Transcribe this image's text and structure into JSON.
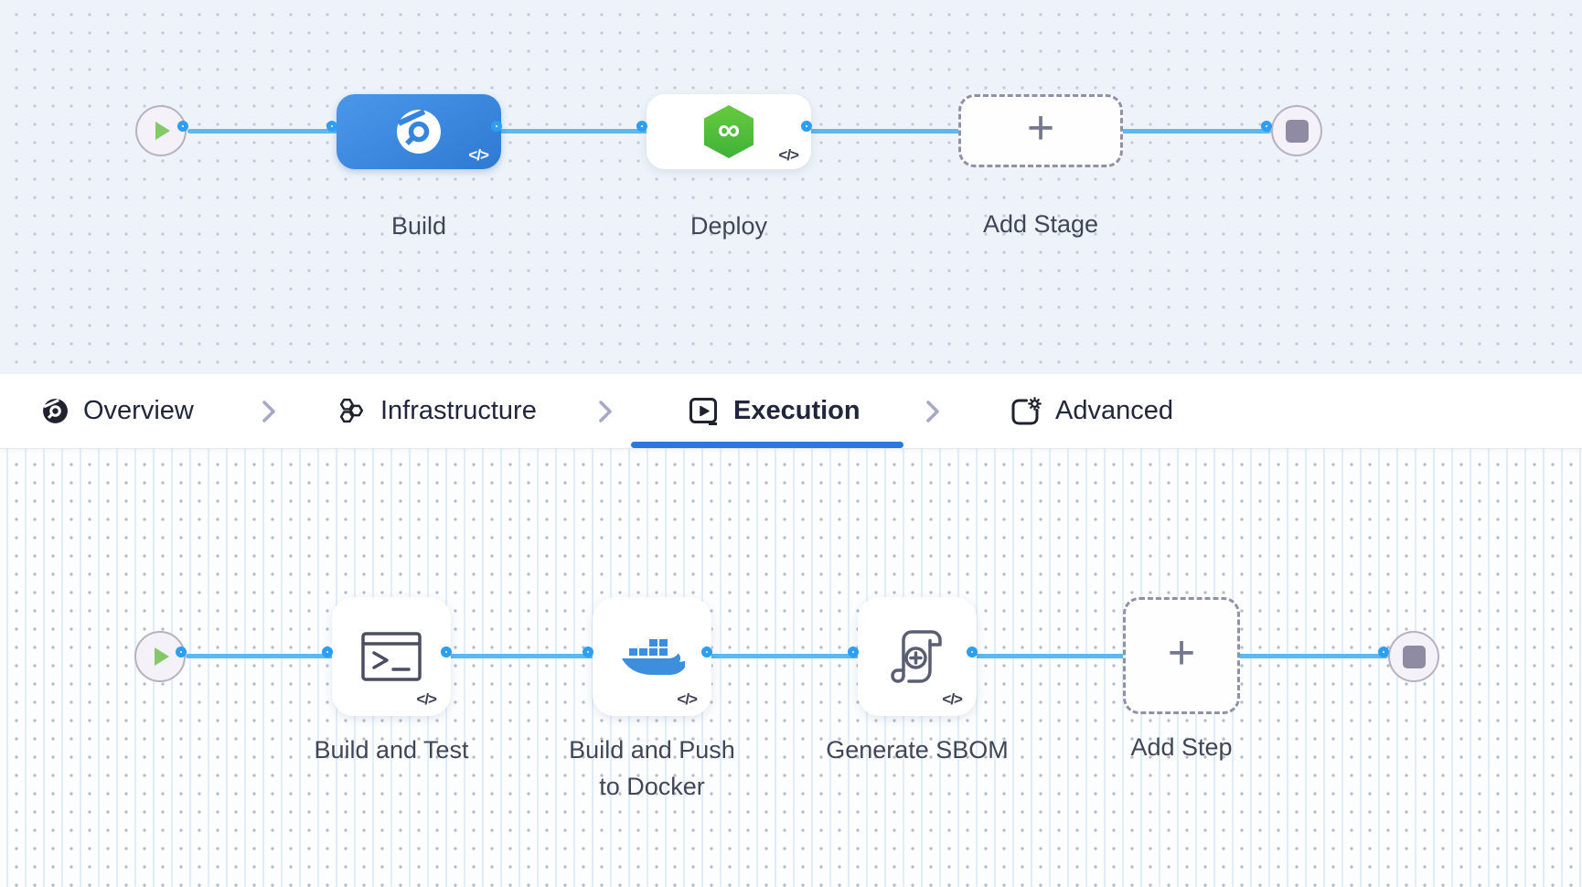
{
  "stage_flow": {
    "stages": [
      {
        "label": "Build",
        "icon": "ci-build-icon",
        "code_badge_visible": true
      },
      {
        "label": "Deploy",
        "icon": "cd-deploy-icon",
        "code_badge_visible": true
      }
    ],
    "add_stage_label": "Add Stage"
  },
  "tab_bar": {
    "tabs": [
      {
        "label": "Overview",
        "icon": "overview-icon"
      },
      {
        "label": "Infrastructure",
        "icon": "infrastructure-icon"
      },
      {
        "label": "Execution",
        "icon": "execution-icon"
      },
      {
        "label": "Advanced",
        "icon": "advanced-icon"
      }
    ],
    "active_tab": "Execution"
  },
  "step_flow": {
    "steps": [
      {
        "label": "Build and Test",
        "icon": "terminal-icon"
      },
      {
        "label": "Build and Push to Docker",
        "icon": "docker-icon"
      },
      {
        "label": "Generate SBOM",
        "icon": "sbom-scroll-icon"
      }
    ],
    "add_step_label": "Add Step"
  },
  "glyphs": {
    "code_badge": "</>",
    "plus": "+",
    "infinity": "∞"
  },
  "colors": {
    "flow_line": "#5bb8f1",
    "connector_ring": "#2d9ef1",
    "stage_build_fill": "#3585e0",
    "deploy_icon_green": "#52c13b",
    "docker_blue": "#3d8edc",
    "active_tab_underline": "#2b77dd",
    "dashed_border": "#8f91a6",
    "node_label_text": "#414656",
    "tab_text": "#22263a",
    "start_end_node_fill": "#f4f1f8",
    "start_play_green": "#85c967",
    "canvas_top_bg": "#edf3f9",
    "canvas_bottom_bg": "#fbfdfe"
  }
}
